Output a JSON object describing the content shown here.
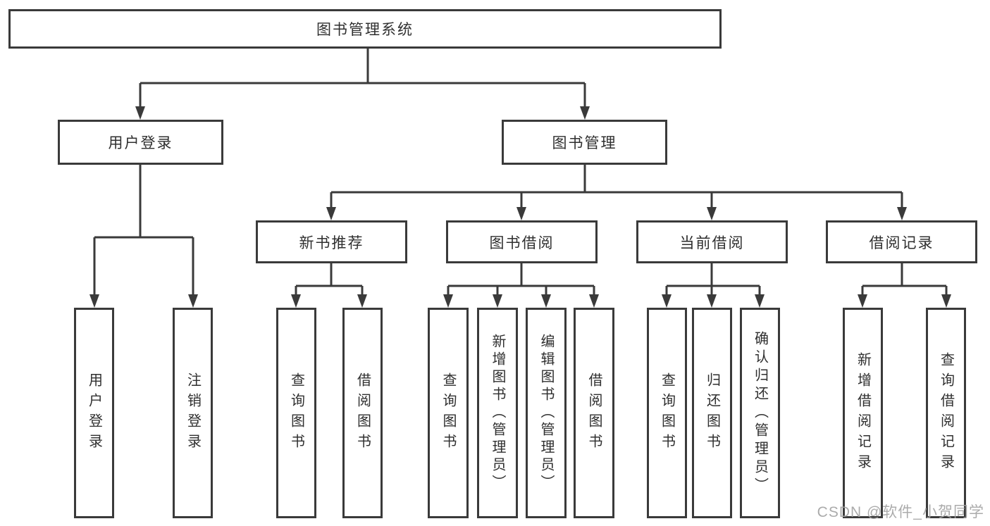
{
  "tree": {
    "root": "图书管理系统",
    "branches": [
      {
        "label": "用户登录",
        "children": [
          "用户登录",
          "注销登录"
        ]
      },
      {
        "label": "图书管理",
        "sections": [
          {
            "label": "新书推荐",
            "children": [
              "查询图书",
              "借阅图书"
            ]
          },
          {
            "label": "图书借阅",
            "children": [
              "查询图书",
              "新增图书（管理员）",
              "编辑图书（管理员）",
              "借阅图书"
            ]
          },
          {
            "label": "当前借阅",
            "children": [
              "查询图书",
              "归还图书",
              "确认归还（管理员）"
            ]
          },
          {
            "label": "借阅记录",
            "children": [
              "新增借阅记录",
              "查询借阅记录"
            ]
          }
        ]
      }
    ]
  },
  "watermark": "CSDN @软件_小贺同学",
  "colors": {
    "line": "#3a3a3a",
    "text": "#2f2f2f",
    "watermark": "#a3a3a3",
    "background": "#ffffff"
  }
}
